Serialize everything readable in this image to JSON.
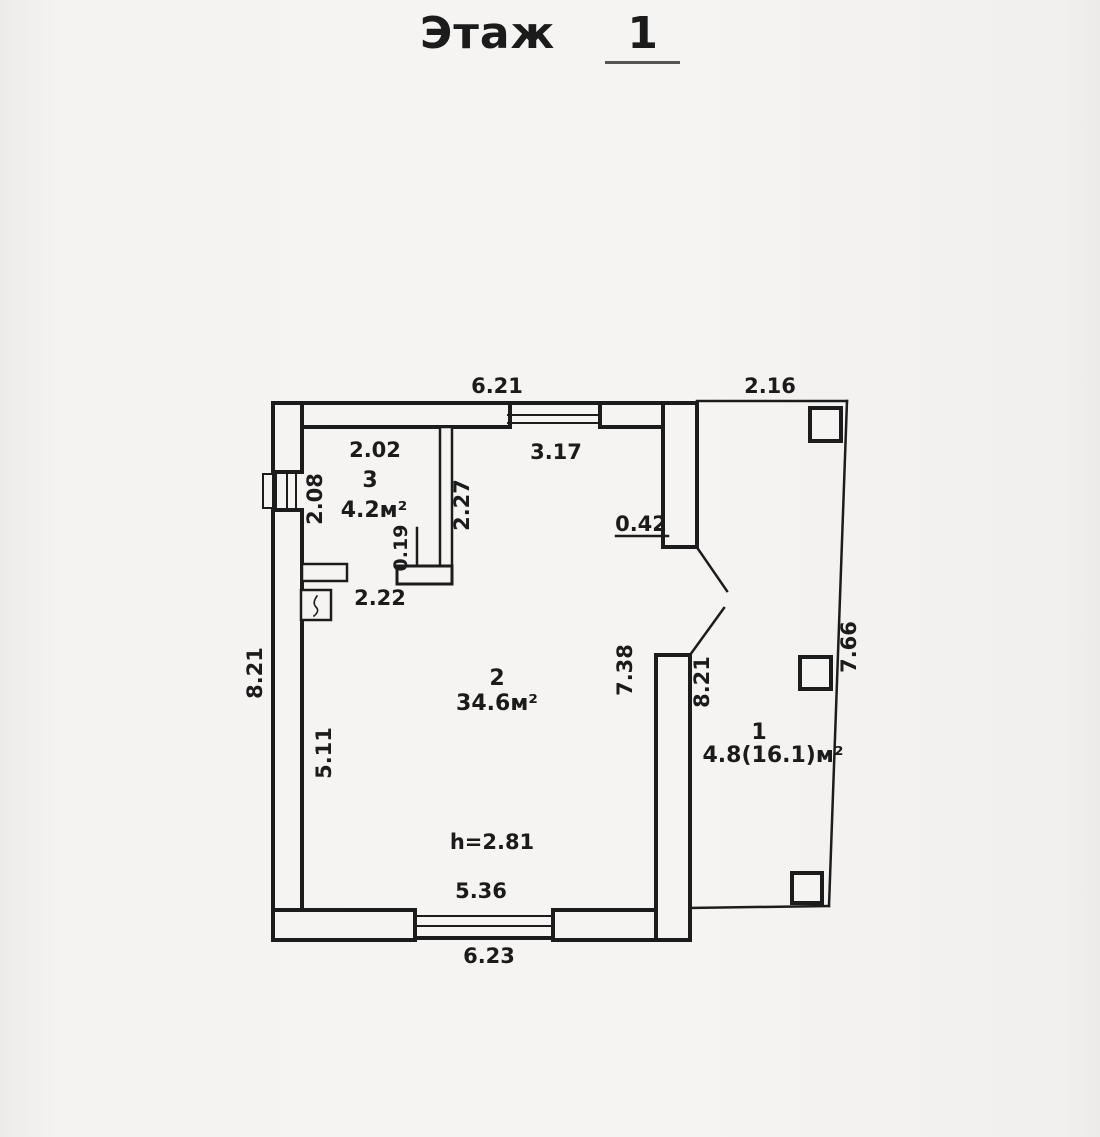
{
  "scan": {
    "title_label": "Этаж",
    "title_number": "1"
  },
  "rooms": {
    "r1": {
      "number": "1",
      "area": "4.8(16.1)м²"
    },
    "r2": {
      "number": "2",
      "area": "34.6м²",
      "ceiling_height": "h=2.81"
    },
    "r3": {
      "number": "3",
      "area": "4.2м²"
    }
  },
  "dims": {
    "top_wall": "6.21",
    "porch_top": "2.16",
    "room3_top": "2.02",
    "top_window": "3.17",
    "room3_left": "2.08",
    "room3_right": "2.27",
    "partition_end": "0.19",
    "wall_stub": "0.42",
    "room3_bottom": "2.22",
    "left_wall": "8.21",
    "room2_left": "5.11",
    "room2_right": "7.38",
    "room2_wall_porch": "8.21",
    "porch_right": "7.66",
    "room2_bottom": "5.36",
    "bottom_wall": "6.23"
  },
  "colors": {
    "ink": "#1b1b1b",
    "paper": "#f6f4f2"
  }
}
